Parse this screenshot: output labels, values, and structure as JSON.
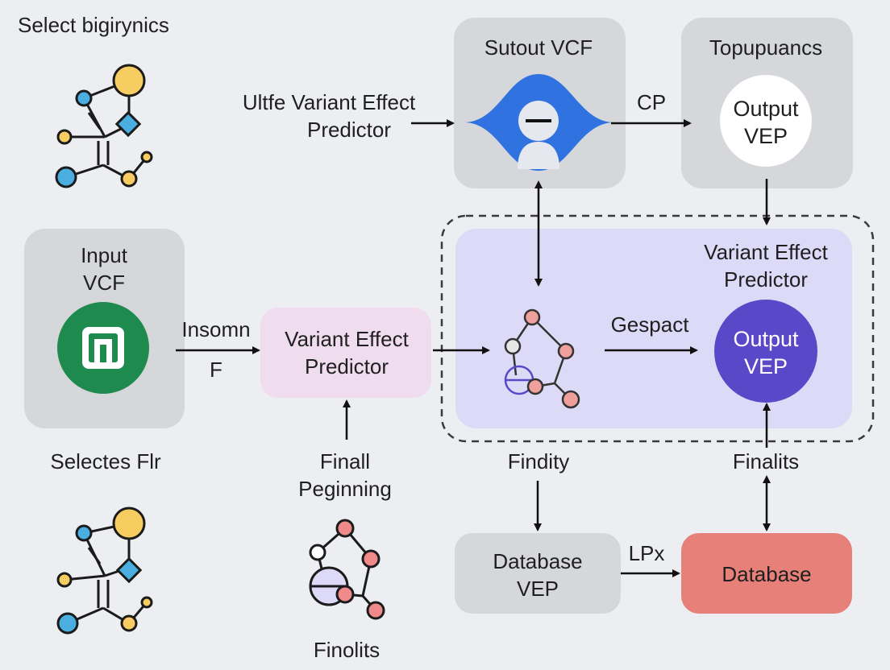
{
  "labels": {
    "top_left": "Select bigirynics",
    "left_mid_bottom": "Selectes Flr",
    "bottom_center": "Finolits",
    "ultfe": [
      "Ultfe Variant Effect",
      "Predictor"
    ],
    "insomn": "Insomn",
    "f": "F",
    "cp": "CP",
    "gespact": "Gespact",
    "finall": [
      "Finall",
      "Peginning"
    ],
    "findity": "Findity",
    "finalits": "Finalits",
    "lpx": "LPx"
  },
  "nodes": {
    "sutout": {
      "title": "Sutout VCF"
    },
    "topupuancs": {
      "title": "Topupuancs",
      "circle": [
        "Output",
        "VEP"
      ]
    },
    "input": {
      "title": [
        "Input",
        "VCF"
      ]
    },
    "vep_mid": {
      "title": [
        "Variant Effect",
        "Predictor"
      ]
    },
    "group": {
      "title": [
        "Variant Effect",
        "Predictor"
      ],
      "circle": [
        "Output",
        "VEP"
      ]
    },
    "database_vep": {
      "title": [
        "Database",
        "VEP"
      ]
    },
    "database": {
      "title": "Database"
    }
  },
  "colors": {
    "background": "#eceef1",
    "gray_box": "#d5d7db",
    "pink_box": "#efdcee",
    "lavender_box": "#dcdaf6",
    "database_red": "#e8807a",
    "blue_icon": "#2f72e0",
    "green_icon": "#1f8a4d",
    "purple_circle": "#5a48c9",
    "node_yellow": "#f7cd62",
    "node_blue": "#4aaee0",
    "node_salmon": "#f0a09c"
  },
  "icons": {
    "top_left_molecule": "molecule-icon",
    "bottom_left_molecule": "molecule-icon",
    "bottom_center_molecule": "molecule-icon",
    "group_molecule": "molecule-icon",
    "sutout_person": "person-icon",
    "input_app": "app-icon"
  }
}
